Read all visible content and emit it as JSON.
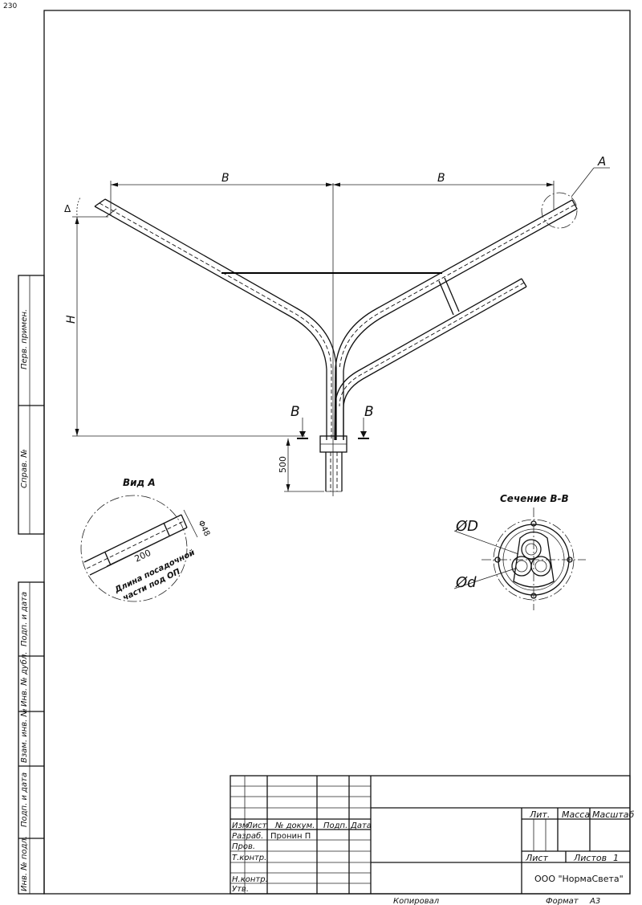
{
  "sheet_number": "230",
  "side_stamp": {
    "perv_primen": "Перв. примен.",
    "sprav_no": "Справ. №",
    "podp_data_1": "Подп. и дата",
    "inv_dubl": "Инв. № дубл.",
    "vzam_inv": "Взам. инв. №",
    "podp_data_2": "Подп. и дата",
    "inv_podl": "Инв. № подл."
  },
  "main_view": {
    "dim_b_left": "B",
    "dim_b_right": "B",
    "dim_h": "H",
    "dim_delta": "Δ",
    "dim_500": "500",
    "callout_a": "A",
    "section_left": "B",
    "section_right": "B"
  },
  "view_a": {
    "title": "Вид А",
    "dim_200": "200",
    "dim_diameter": "Φ48",
    "note_line1": "Длина посадочной",
    "note_line2": "части под ОП"
  },
  "section_view": {
    "title": "Сечение В-В",
    "label_D": "ØD",
    "label_d": "Ød"
  },
  "title_block": {
    "col_izm": "Изм.",
    "col_list": "Лист",
    "col_ndokum": "№ докум.",
    "col_podp": "Подп.",
    "col_data": "Дата",
    "row_razrab": "Разраб.",
    "razrab_name": "Пронин П",
    "row_prov": "Пров.",
    "row_tkontr": "Т.контр.",
    "row_nkontr": "Н.контр.",
    "row_utv": "Утв.",
    "lit": "Лит.",
    "massa": "Масса",
    "masshtab": "Масштаб",
    "list": "Лист",
    "listov": "Листов",
    "listov_value": "1",
    "company": "ООО \"НормаСвета\""
  },
  "footer": {
    "kopiroval": "Копировал",
    "format": "Формат",
    "format_value": "A3"
  }
}
